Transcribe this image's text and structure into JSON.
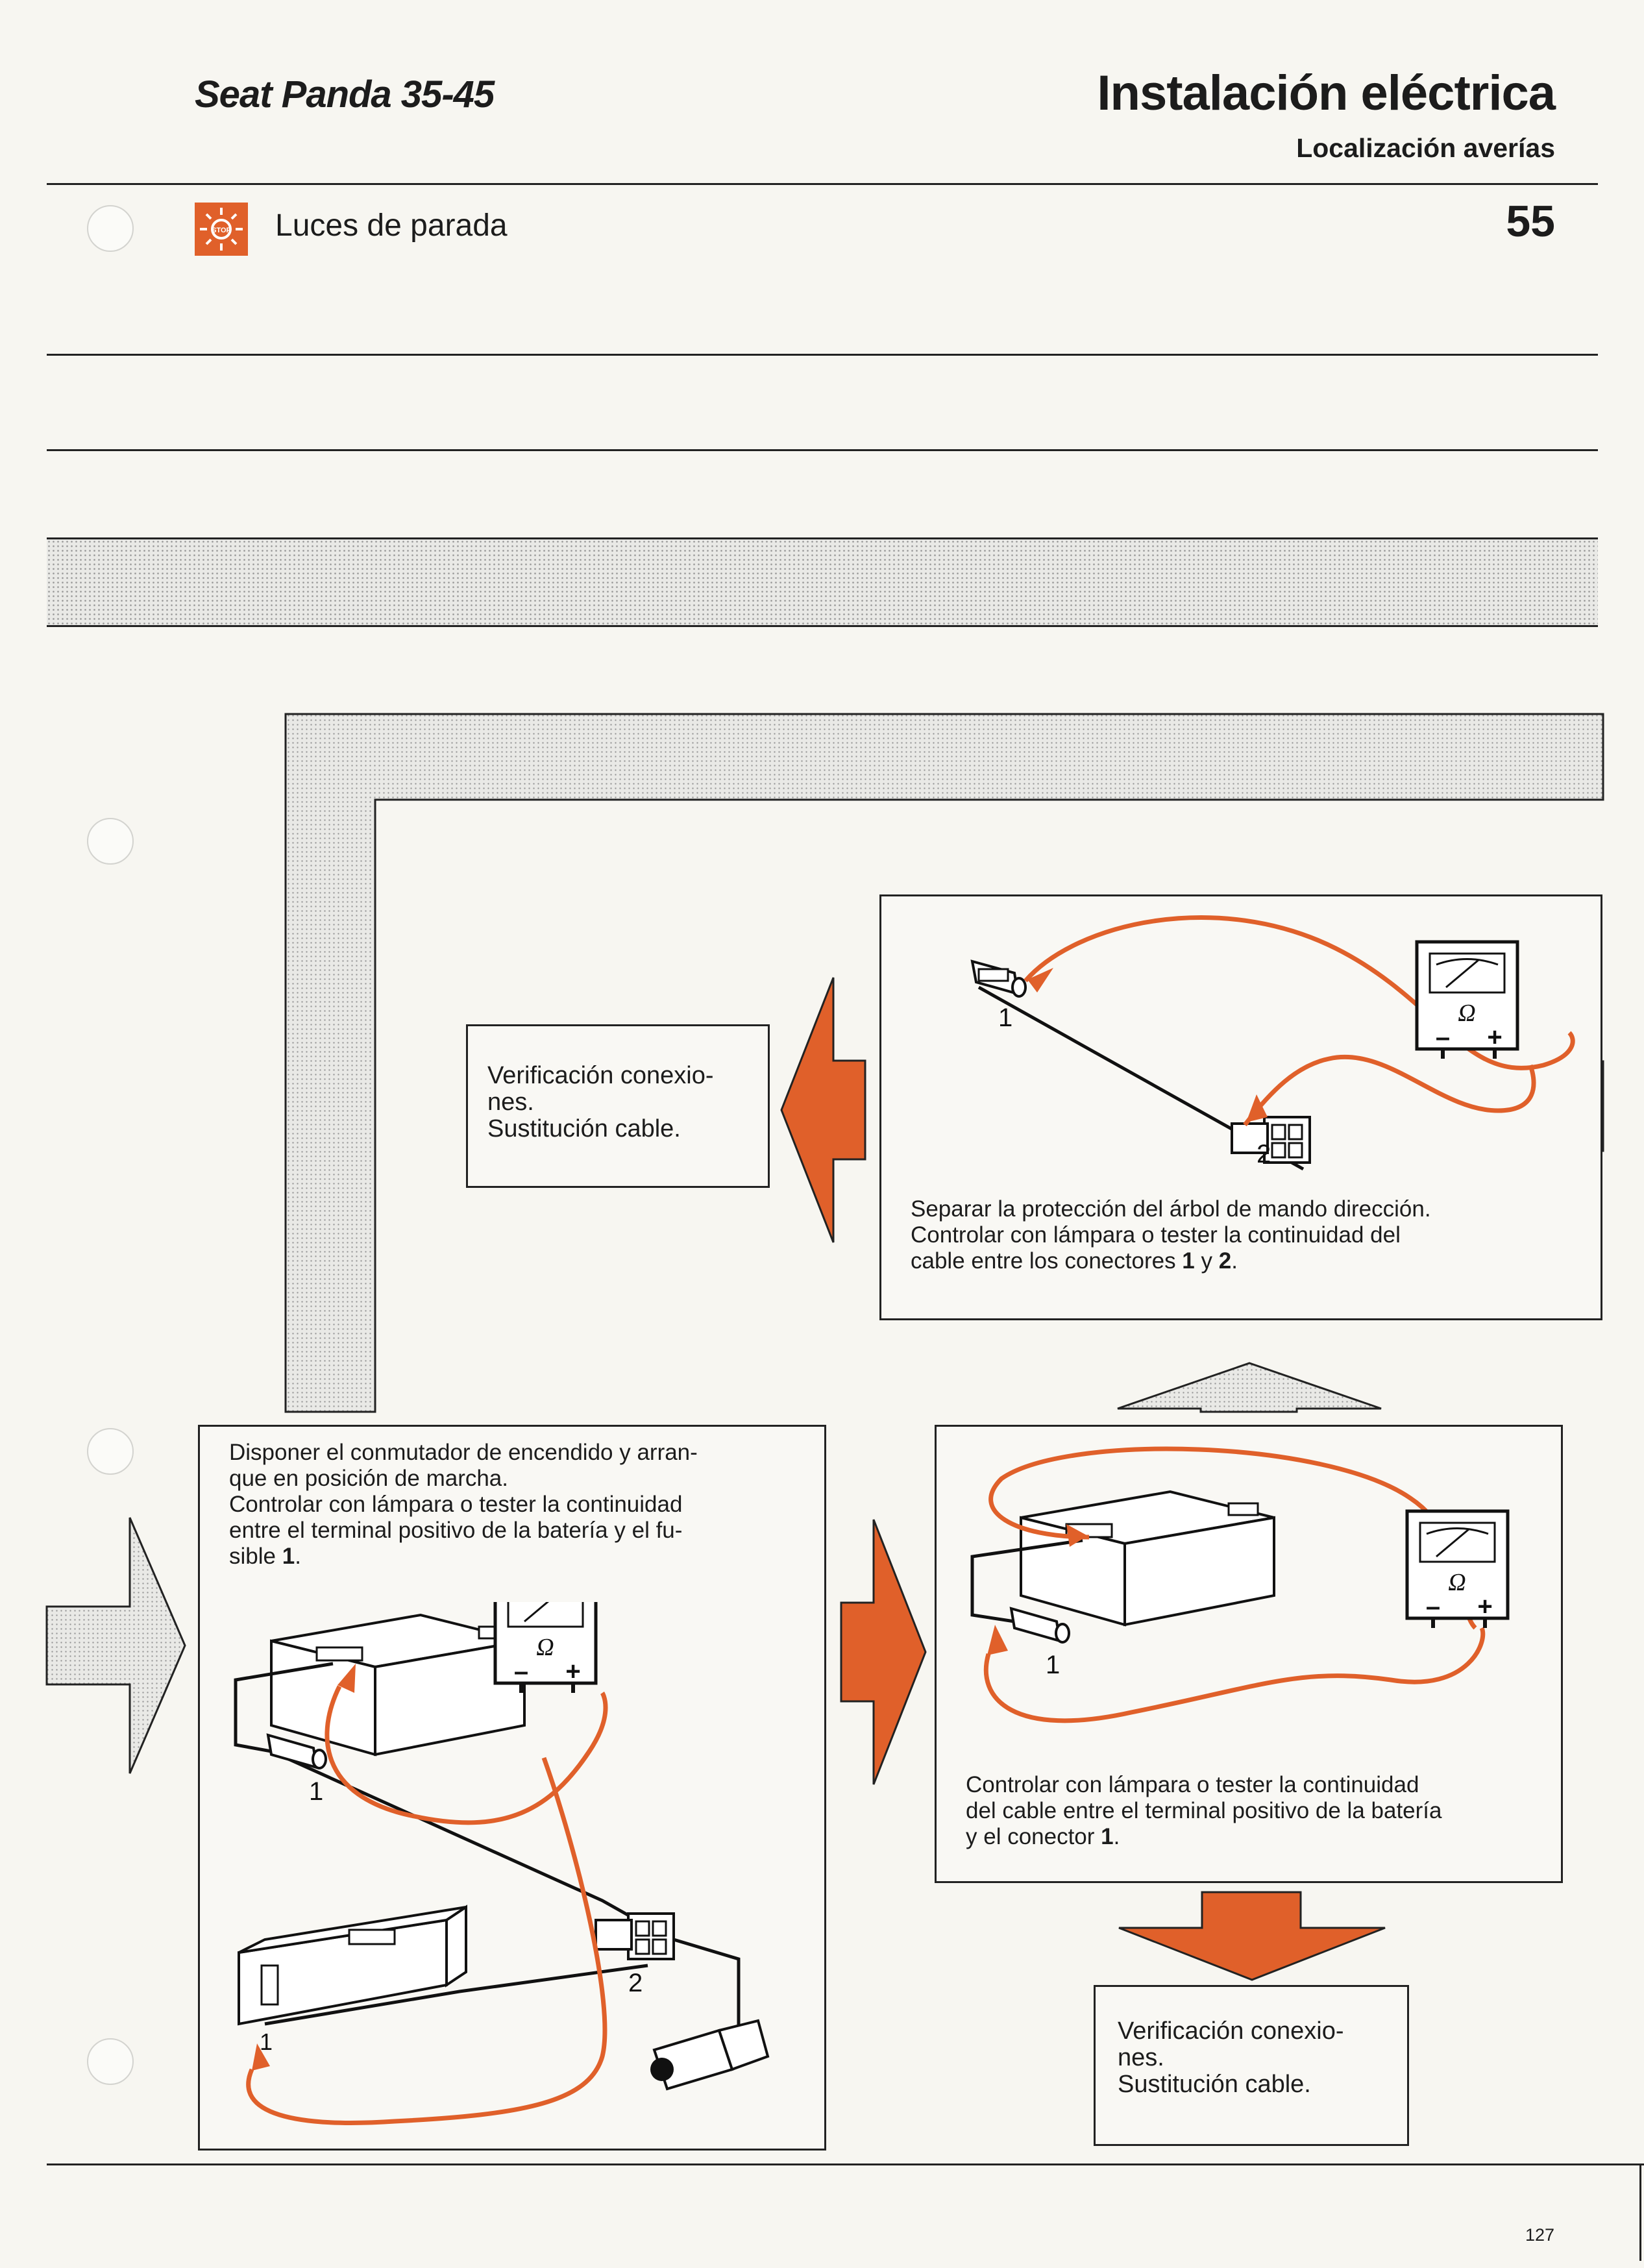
{
  "header": {
    "model": "Seat Panda 35-45",
    "section_title": "Instalación eléctrica",
    "subsection": "Localización averías",
    "topic": "Luces de parada",
    "topic_icon": "stop-lamp-icon",
    "page_code": "55"
  },
  "boxes": {
    "verify_top": {
      "line1": "Verificación conexio-",
      "line2": "nes.",
      "line3": "Sustitución cable."
    },
    "verify_bottom": {
      "line1": "Verificación conexio-",
      "line2": "nes.",
      "line3": "Sustitución cable."
    }
  },
  "steps": {
    "step_top": {
      "line1": "Separar la protección del árbol de mando dirección.",
      "line2": "Controlar con lámpara o tester la continuidad del",
      "line3a": "cable entre los conectores ",
      "num1": "1",
      "and": " y ",
      "num2": "2",
      "end": "."
    },
    "step_left": {
      "line1": "Disponer el conmutador de encendido y arran-",
      "line2": "que en posición de marcha.",
      "line3": "Controlar con lámpara o tester la continuidad",
      "line4": "entre el terminal positivo de la batería y el fu-",
      "line5a": "sible ",
      "num": "1",
      "end": "."
    },
    "step_right": {
      "line1": "Controlar con lámpara o tester la continuidad",
      "line2": "del cable entre el terminal positivo de la batería",
      "line3a": "y el conector ",
      "num": "1",
      "end": "."
    }
  },
  "diagram_labels": {
    "top_connector_1": "1",
    "top_connector_2": "2",
    "left_connector_1": "1",
    "left_fuse_1": "1",
    "left_connector_2": "2",
    "right_connector_1": "1",
    "ohm": "Ω",
    "minus": "–",
    "plus": "+"
  },
  "colors": {
    "accent": "#e0602a",
    "ink": "#1c1c1c",
    "paper": "#f7f6f1"
  },
  "footer": {
    "page_number": "127"
  }
}
